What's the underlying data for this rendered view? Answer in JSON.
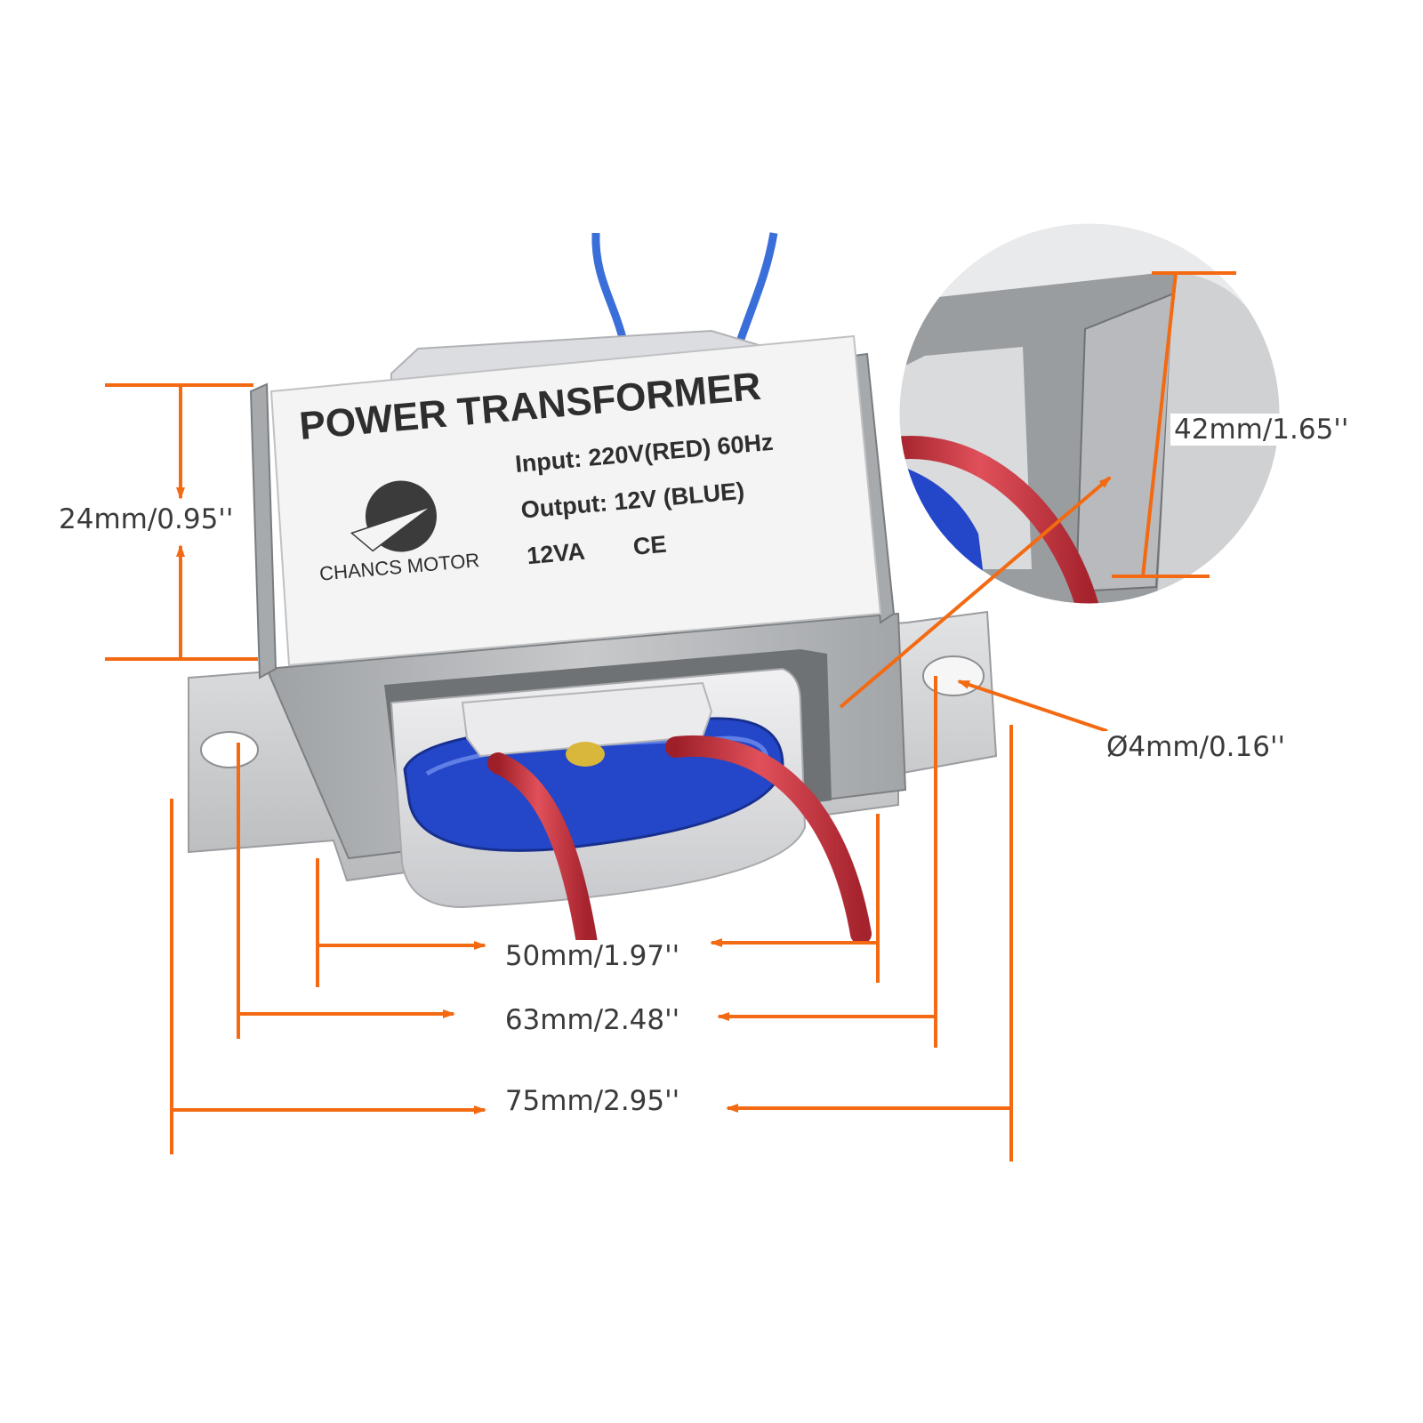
{
  "colors": {
    "dimension_line": "#f36a12",
    "steel": "#b4b6b8",
    "steel_dark": "#8a8d90",
    "bracket": "#c9cbcd",
    "bobbin": "#e4e4e6",
    "winding": "#2446c8",
    "wire_red": "#cf3640",
    "wire_blue": "#3a6ed8",
    "label_bg": "#f4f4f4",
    "text": "#3a3a3a"
  },
  "product_label": {
    "title": "POWER TRANSFORMER",
    "input": "Input: 220V(RED)  60Hz",
    "output": "Output: 12V (BLUE)",
    "rating": "12VA",
    "certification": "CE",
    "brand": "CHANCS MOTOR"
  },
  "dimensions": {
    "height": "24mm/0.95''",
    "depth": "42mm/1.65''",
    "hole_diameter": "Ø4mm/0.16''",
    "core_width": "50mm/1.97''",
    "hole_spacing": "63mm/2.48''",
    "overall_width": "75mm/2.95''"
  }
}
